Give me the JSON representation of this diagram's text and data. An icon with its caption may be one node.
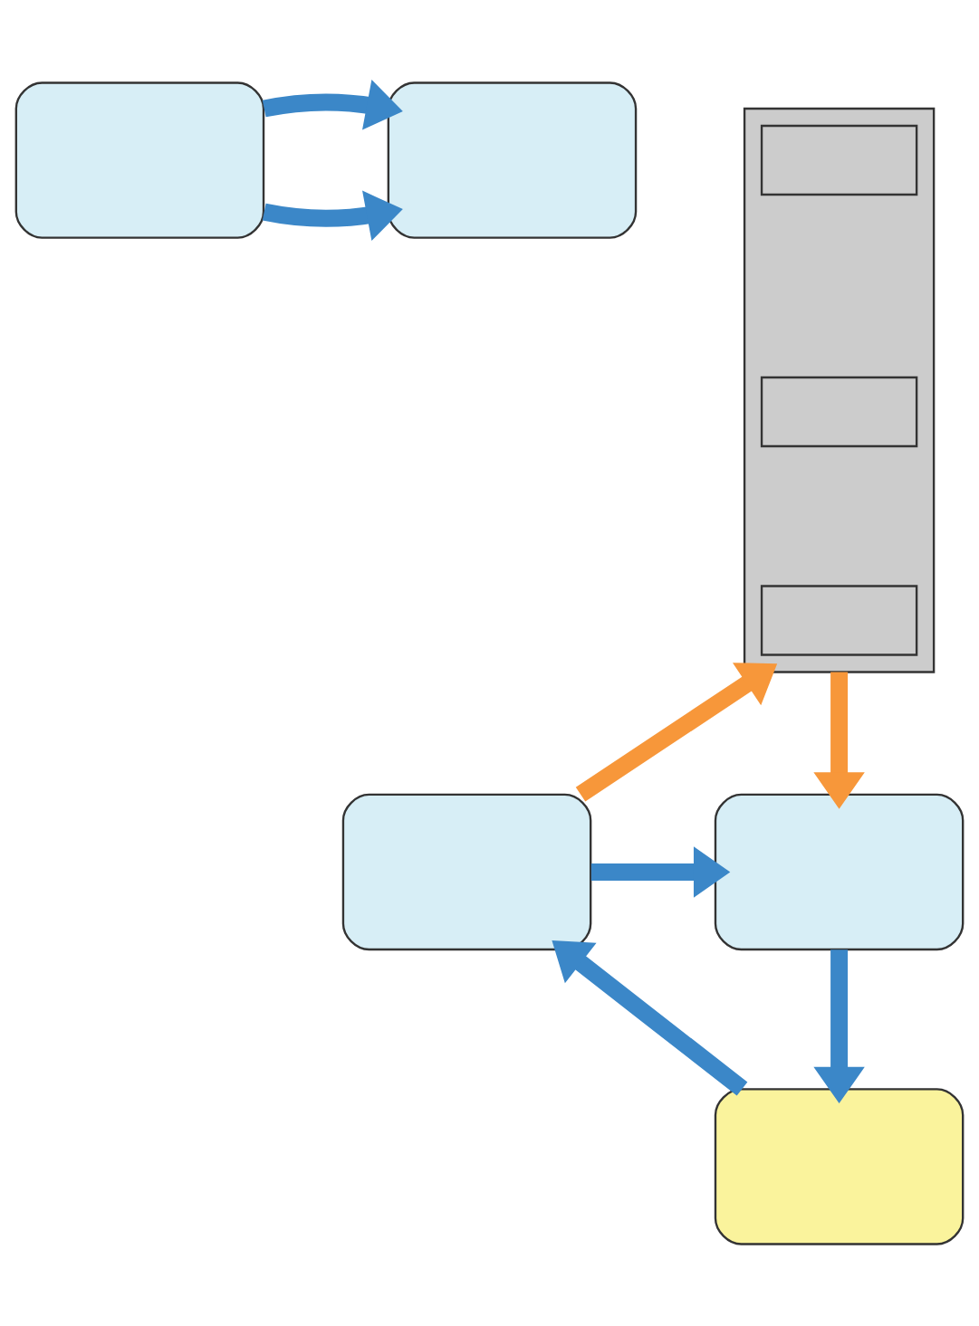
{
  "diagram": {
    "nodes": [
      {
        "text": [],
        "shape": "box"
      },
      {
        "text": [],
        "shape": "box"
      },
      {
        "text": [],
        "shape": "box"
      },
      {
        "text": [],
        "shape": "box",
        "in": 2
      },
      {
        "text": [],
        "shape": "box",
        "in": 2
      },
      {
        "text": [],
        "shape": "box",
        "in": 2
      },
      {
        "text": [],
        "shape": "box"
      },
      {
        "text": [],
        "shape": "box"
      },
      {
        "text": [],
        "shape": "box"
      }
    ],
    "edges": [
      {
        "from": 0,
        "to": 1,
        "arrow": "to"
      },
      {
        "from": 0,
        "to": 1,
        "arrow": "to"
      },
      {
        "from": 6,
        "to": 2,
        "arrow": "to",
        "color": "#f7973a"
      },
      {
        "from": 2,
        "to": 7,
        "arrow": "to",
        "color": "#f7973a"
      },
      {
        "from": 6,
        "to": 7,
        "arrow": "to"
      },
      {
        "from": 7,
        "to": 8,
        "arrow": "to"
      },
      {
        "from": 8,
        "to": 6,
        "arrow": "to"
      }
    ]
  }
}
